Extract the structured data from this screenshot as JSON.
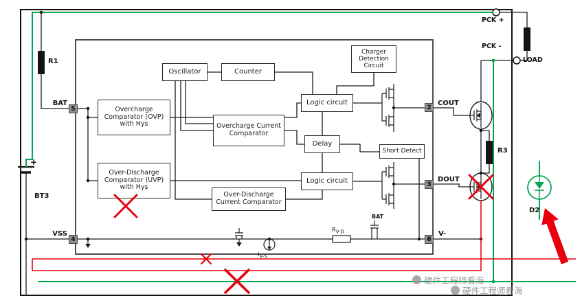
{
  "blocks": {
    "oscillator": "Oscillator",
    "counter": "Counter",
    "charger_detection": "Charger Detection Circuit",
    "logic1": "Logic circuit",
    "logic2": "Logic circuit",
    "ovp": "Overcharge Comparator (OVP) with Hys",
    "oc_current": "Overcharge Current Comparator",
    "delay": "Delay",
    "short_detect": "Short Detect",
    "uvp": "Over-Discharge Comparator (UVP) with Hys",
    "od_current": "Over-Discharge Current Comparator"
  },
  "pins": {
    "bat": "5",
    "vss": "4",
    "cout": "2",
    "dout": "3",
    "vminus": "6"
  },
  "pin_labels": {
    "bat": "BAT",
    "vss": "VSS",
    "cout": "COUT",
    "dout": "DOUT",
    "vminus": "V-"
  },
  "external": {
    "pck_plus": "PCK +",
    "pck_minus": "PCK -",
    "load": "LOAD",
    "r1": "R1",
    "r3": "R3",
    "d2": "D2",
    "bt3": "BT3",
    "battery_plus": "+",
    "bat_ref": "BAT",
    "i_source_base": "I",
    "i_source_sub": "V-S",
    "r_sense_base": "R",
    "r_sense_sub": "V-D"
  },
  "watermark": {
    "text": "硬件工程师看海"
  },
  "colors": {
    "wire_green": "#00a650",
    "mark_red": "#e8000d",
    "wire_black": "#1a1a1a",
    "pin_gray": "#8f8f8f"
  }
}
